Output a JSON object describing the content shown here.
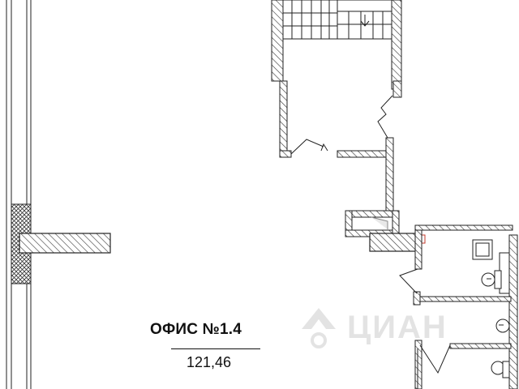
{
  "office": {
    "title": "ОФИС №1.4",
    "area": "121,46"
  },
  "watermark": {
    "text": "ЦИАН"
  },
  "colors": {
    "wall_stroke": "#1a1a1a",
    "hatch": "#333333",
    "fill": "#ffffff",
    "accent_red": "#c0392b"
  }
}
